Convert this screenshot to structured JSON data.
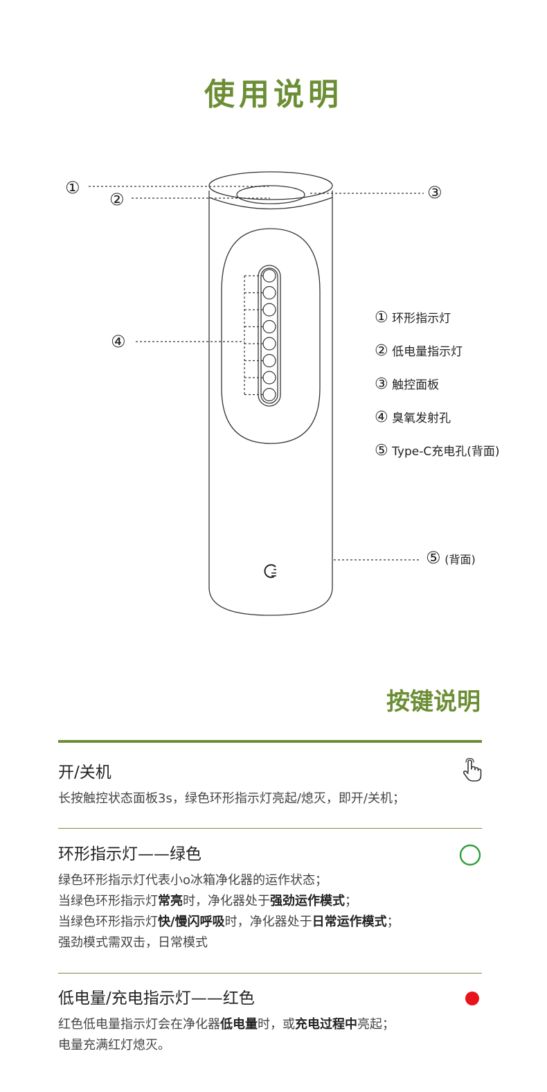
{
  "header": {
    "title": "使用说明"
  },
  "callouts": {
    "c1": "①",
    "c2": "②",
    "c3": "③",
    "c4": "④",
    "c5": "⑤",
    "c5_note": "(背面)"
  },
  "legend": [
    {
      "num": "①",
      "label": "环形指示灯"
    },
    {
      "num": "②",
      "label": "低电量指示灯"
    },
    {
      "num": "③",
      "label": "触控面板"
    },
    {
      "num": "④",
      "label": "臭氧发射孔"
    },
    {
      "num": "⑤",
      "label": "Type-C充电孔(背面)"
    }
  ],
  "keys": {
    "title": "按键说明",
    "power": {
      "title": "开/关机",
      "body": "长按触控状态面板3s，绿色环形指示灯亮起/熄灭，即开/关机；",
      "icon": "hand-touch-icon"
    },
    "ring": {
      "title": "环形指示灯——绿色",
      "line1": "绿色环形指示灯代表小o冰箱净化器的运作状态；",
      "line2_a": "当绿色环形指示灯",
      "line2_b": "常亮",
      "line2_c": "时，净化器处于",
      "line2_d": "强劲运作模式",
      "line2_e": "；",
      "line3_a": "当绿色环形指示灯",
      "line3_b": "快/慢闪呼吸",
      "line3_c": "时，净化器处于",
      "line3_d": "日常运作模式",
      "line3_e": "；",
      "line4": "强劲模式需双击，日常模式",
      "icon": "green-ring-icon",
      "color": "#2e9e3a"
    },
    "battery": {
      "title": "低电量/充电指示灯——红色",
      "line1_a": "红色低电量指示灯会在净化器",
      "line1_b": "低电量",
      "line1_c": "时，或",
      "line1_d": "充电过程中",
      "line1_e": "亮起；",
      "line2": "电量充满红灯熄灭。",
      "icon": "red-dot-icon",
      "color": "#e8141b"
    }
  },
  "colors": {
    "accent": "#6b8e34",
    "rule": "#7a8c3e"
  }
}
